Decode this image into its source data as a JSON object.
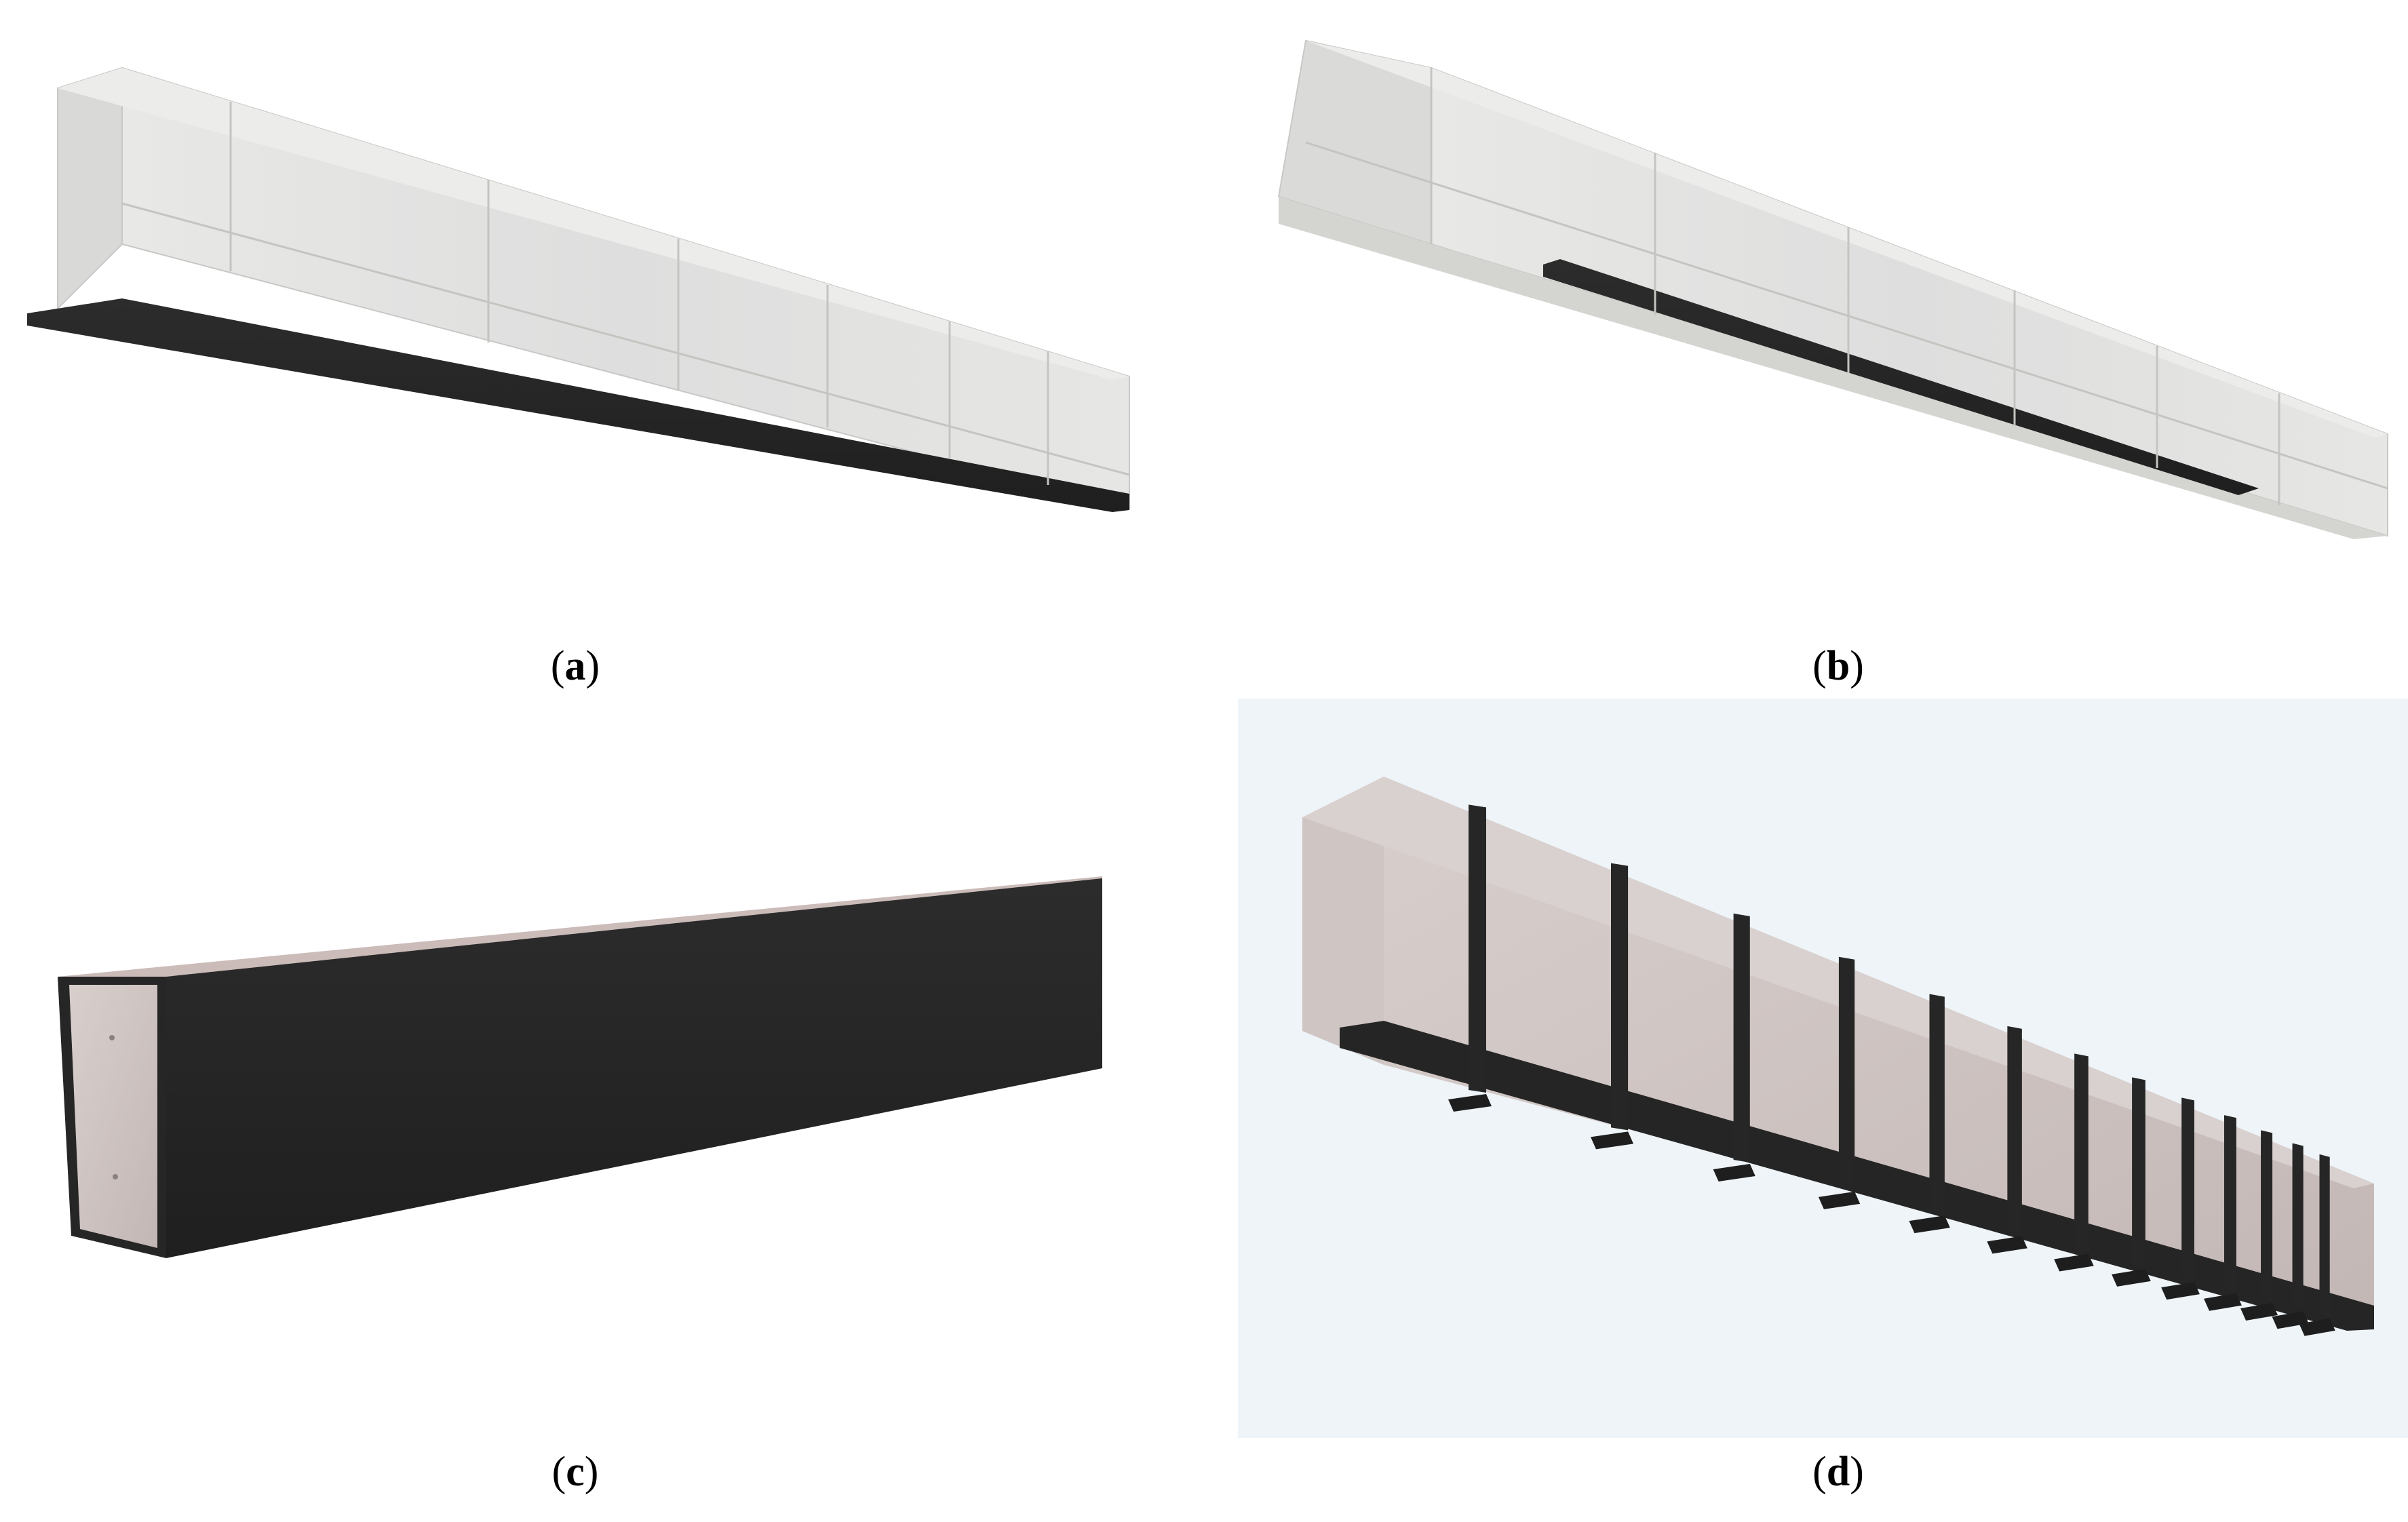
{
  "figure": {
    "panels": [
      {
        "id": "a",
        "letter": "a",
        "paren_open": "(",
        "paren_close": ")",
        "depicts": "beam-bottom-plate"
      },
      {
        "id": "b",
        "letter": "b",
        "paren_open": "(",
        "paren_close": ")",
        "depicts": "beam-embedded-strip"
      },
      {
        "id": "c",
        "letter": "c",
        "paren_open": "(",
        "paren_close": ")",
        "depicts": "beam-full-jacket"
      },
      {
        "id": "d",
        "letter": "d",
        "paren_open": "(",
        "paren_close": ")",
        "depicts": "beam-u-wraps-with-bottom-brackets"
      }
    ],
    "colors": {
      "concrete_light": "#e4e4e2",
      "concrete_mid": "#d6d6d3",
      "concrete_pink": "#cfc4c2",
      "steel": "#262626",
      "panel_d_background": "#eef4f8"
    },
    "panel_d": {
      "u_wrap_count": 13
    }
  }
}
